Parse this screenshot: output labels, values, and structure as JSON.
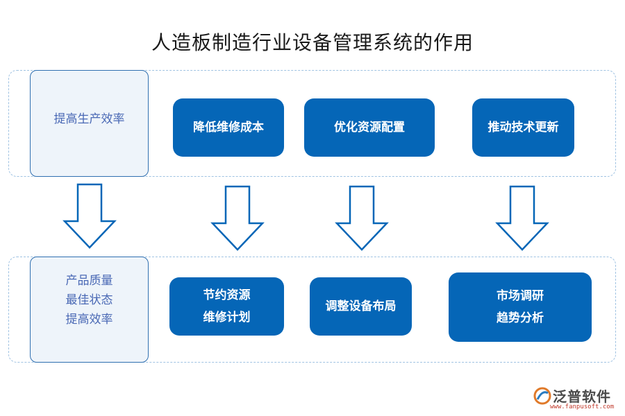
{
  "title": "人造板制造行业设备管理系统的作用",
  "row1": {
    "side_label": "提高生产效率",
    "boxes": [
      "降低维修成本",
      "优化资源配置",
      "推动技术更新"
    ]
  },
  "row2": {
    "side_lines": [
      "产品质量",
      "最佳状态",
      "提高效率"
    ],
    "box1_lines": [
      "节约资源",
      "维修计划"
    ],
    "box2_lines": [
      "调整设备布局"
    ],
    "box3_lines": [
      "市场调研",
      "趋势分析"
    ]
  },
  "logo": {
    "name": "泛普软件",
    "url": "www.fanpusoft.com"
  },
  "colors": {
    "box_blue": "#0566b7",
    "frame_dash": "#9fc2e2",
    "side_fill": "#eef4fa",
    "side_text": "#4a69b5"
  }
}
